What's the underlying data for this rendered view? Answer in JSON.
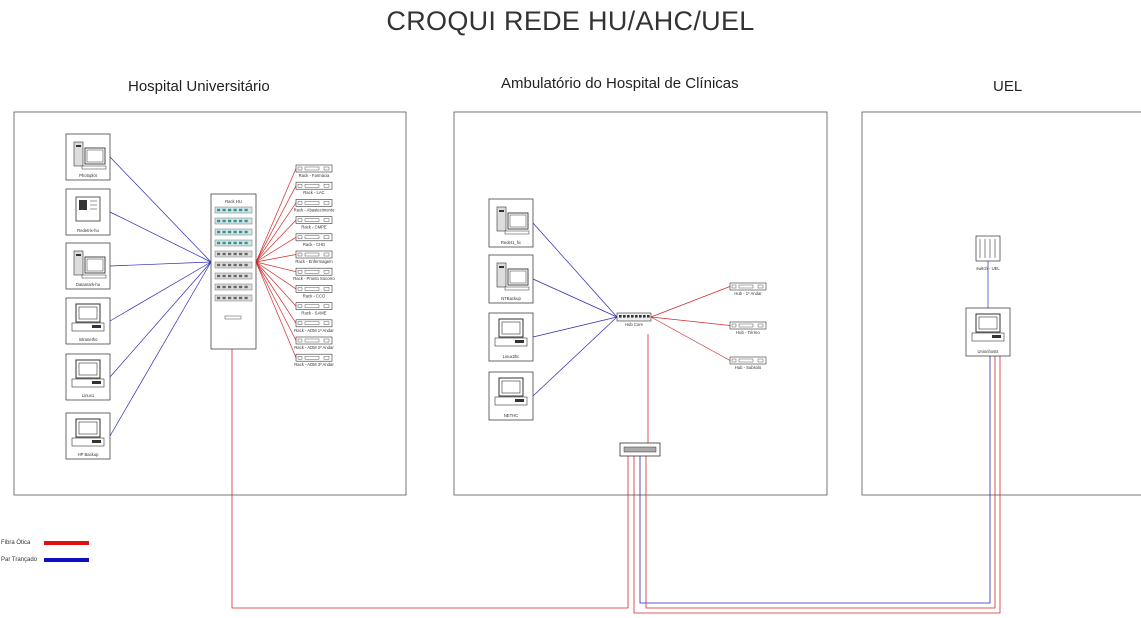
{
  "title": "CROQUI REDE HU/AHC/UEL",
  "sections": {
    "hu": "Hospital Universitário",
    "ahc": "Ambulatório do Hospital de Clínicas",
    "uel": "UEL"
  },
  "hu_computers": [
    {
      "label": "Photoplot",
      "type": "tower"
    },
    {
      "label": "Redetrix-hu",
      "type": "server"
    },
    {
      "label": "Datamark-hu",
      "type": "tower"
    },
    {
      "label": "Intranetho",
      "type": "desktop"
    },
    {
      "label": "Linux1",
      "type": "desktop"
    },
    {
      "label": "HP Backup",
      "type": "desktop"
    }
  ],
  "hu_rack_label": "Rack HU",
  "hu_remote_racks": [
    "Rack - Farmácia",
    "Rack - LAC",
    "Rack - Abastecimento",
    "Rack - CMPE",
    "Rack - CHD",
    "Rack - Enfermagem",
    "Rack - Pronto Socorro",
    "Rack - CCO",
    "Rack - SAME",
    "Rack - ADM 1º Andar",
    "Rack - ADM 2º Andar",
    "Rack - ADM 3º Andar"
  ],
  "ahc_computers": [
    {
      "label": "Redet1_hc",
      "type": "tower"
    },
    {
      "label": "NTBackup",
      "type": "tower"
    },
    {
      "label": "Linux2hc",
      "type": "desktop"
    },
    {
      "label": "NETHC",
      "type": "desktop"
    }
  ],
  "ahc_hub_label": "Hub Core",
  "ahc_remote_hubs": [
    "Hub - 1º Andar",
    "Hub - Térreo",
    "Hub - Subsolo"
  ],
  "uel": {
    "switch_label": "switch - UEL",
    "computer_label": "Unionhosts"
  },
  "legend": [
    {
      "label": "Fibra Ótica",
      "color": "#e01010"
    },
    {
      "label": "Par Trançado",
      "color": "#1010c0"
    }
  ],
  "colors": {
    "fiber": "#d42a2a",
    "twisted_pair": "#2a2ab8",
    "frame": "#555555"
  }
}
